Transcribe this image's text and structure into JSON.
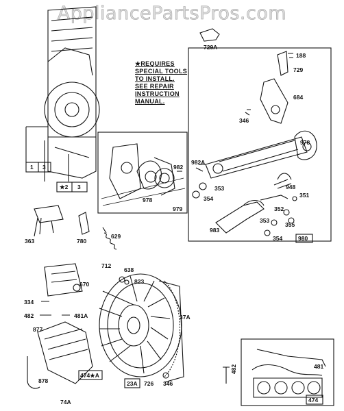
{
  "watermark": "AppliancePartsPros.com",
  "note": {
    "line1": "★REQUIRES",
    "line2": "SPECIAL TOOLS",
    "line3": "TO INSTALL.",
    "line4": "SEE REPAIR",
    "line5": "INSTRUCTION",
    "line6": "MANUAL."
  },
  "parts": {
    "p729A": "729A",
    "p188": "188",
    "p729": "729",
    "p684": "684",
    "p346a": "346",
    "p978a": "978",
    "p982A": "982A",
    "p353a": "353",
    "p354a": "354",
    "p948": "948",
    "p351": "351",
    "p352": "352",
    "p353b": "353",
    "p355": "355",
    "p983": "983",
    "p354b": "354",
    "p980": "980",
    "p982": "982",
    "p978b": "978",
    "p979": "979",
    "p1": "1",
    "p3a": "3",
    "p2": "★2",
    "p3b": "3",
    "p363": "363",
    "p780": "780",
    "p629": "629",
    "p712": "712",
    "p638": "638",
    "p823": "823",
    "p670": "670",
    "p334": "334",
    "p482a": "482",
    "p481A": "481A",
    "p877": "877",
    "p878": "878",
    "p474A": "474★A",
    "p74A": "74A",
    "p37A": "37A",
    "p23A": "23A",
    "p726": "726",
    "p346b": "346",
    "p482b": "482",
    "p481": "481",
    "p474": "474"
  }
}
